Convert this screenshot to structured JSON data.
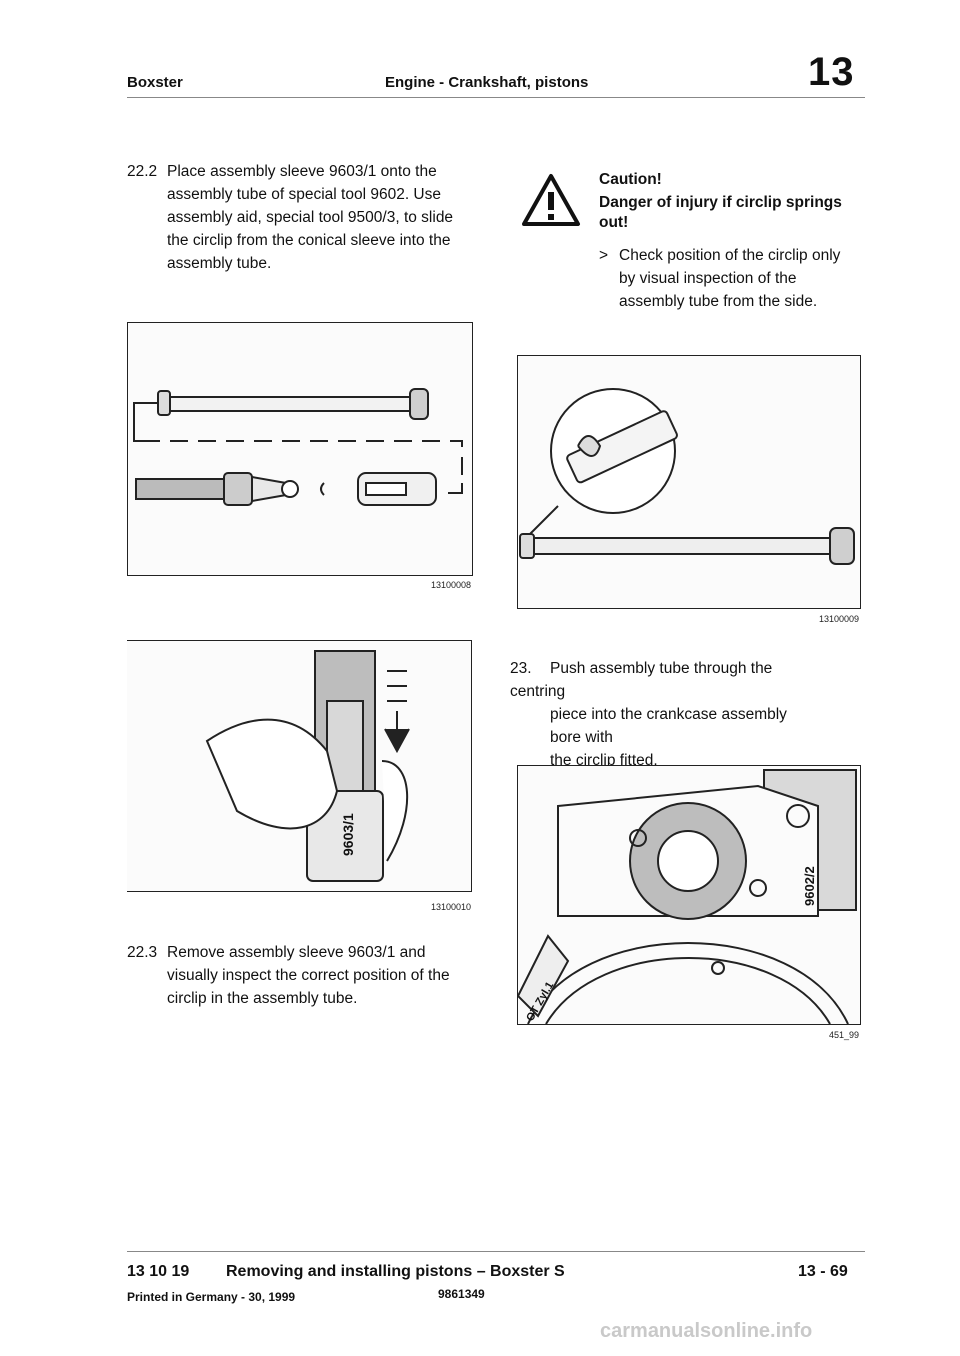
{
  "header": {
    "model": "Boxster",
    "section": "Engine - Crankshaft, pistons",
    "group": "13"
  },
  "steps": {
    "s22_2": {
      "num": "22.2",
      "lines": [
        "Place assembly sleeve 9603/1 onto the",
        "assembly tube of special tool 9602. Use",
        "assembly aid, special tool 9500/3, to slide",
        "the circlip from the conical sleeve into the",
        "assembly tube."
      ]
    },
    "s22_3": {
      "num": "22.3",
      "lines": [
        "Remove assembly sleeve 9603/1 and",
        "visually inspect the correct position of the",
        "circlip in the assembly tube."
      ]
    },
    "s23": {
      "num": "23.",
      "lines": [
        "Push assembly tube through the centring",
        "piece into the crankcase assembly bore with",
        "the circlip fitted."
      ]
    }
  },
  "caution": {
    "title": "Caution!",
    "text_lines": [
      "Danger of injury if circlip springs",
      "out!"
    ],
    "instruction_marker": ">",
    "instruction_lines": [
      "Check position of the circlip only",
      "by visual inspection of the",
      "assembly tube from the side."
    ]
  },
  "figures": {
    "fig1": {
      "caption": "13100008"
    },
    "fig2": {
      "caption": "13100010",
      "tool_label": "9603/1"
    },
    "fig3": {
      "caption": "13100009"
    },
    "fig4": {
      "caption": "451_99",
      "tool_label": "9602/2",
      "ot_label": "OT Zyl.1"
    }
  },
  "footer": {
    "code": "13 10 19",
    "title": "Removing and installing pistons – Boxster S",
    "page": "13 - 69",
    "printed": "Printed in Germany - 30, 1999",
    "doc_number": "9861349"
  },
  "watermark": "carmanualsonline.info"
}
